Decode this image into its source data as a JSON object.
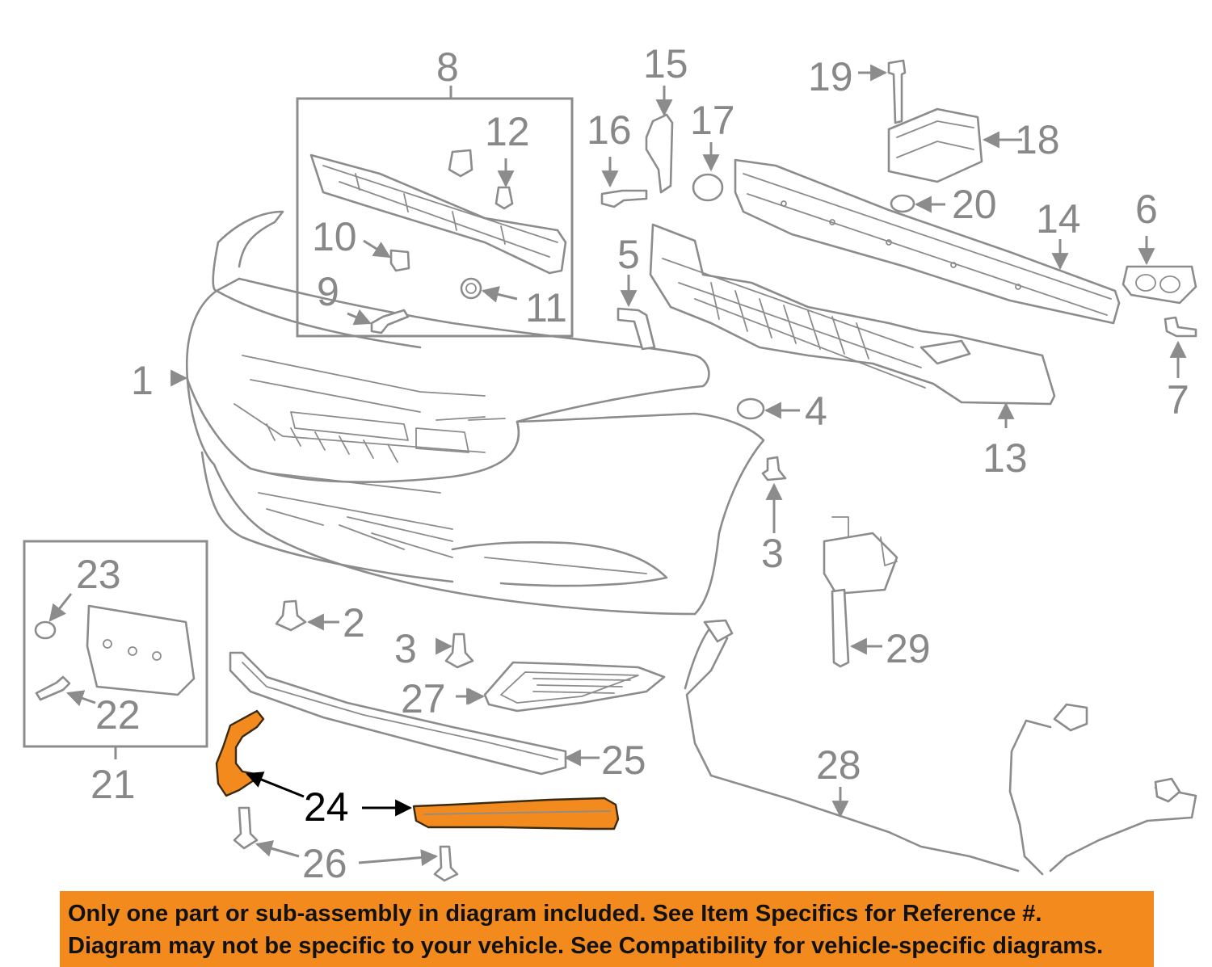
{
  "callouts": {
    "c1": "1",
    "c2": "2",
    "c3a": "3",
    "c3b": "3",
    "c4": "4",
    "c5": "5",
    "c6": "6",
    "c7": "7",
    "c8": "8",
    "c9": "9",
    "c10": "10",
    "c11": "11",
    "c12": "12",
    "c13": "13",
    "c14": "14",
    "c15": "15",
    "c16": "16",
    "c17": "17",
    "c18": "18",
    "c19": "19",
    "c20": "20",
    "c21": "21",
    "c22": "22",
    "c23": "23",
    "c24": "24",
    "c25": "25",
    "c26": "26",
    "c27": "27",
    "c28": "28",
    "c29": "29"
  },
  "highlighted_part": "24",
  "colors": {
    "line": "#8c8c8c",
    "highlight": "#f28a1e",
    "banner": "#f28a1e",
    "callout_text": "#888888",
    "active_text": "#000000"
  },
  "banner": {
    "line1": "Only one part or sub-assembly in diagram included. See Item Specifics for Reference #.",
    "line2": "Diagram may not be specific to your vehicle. See Compatibility for vehicle-specific diagrams."
  }
}
